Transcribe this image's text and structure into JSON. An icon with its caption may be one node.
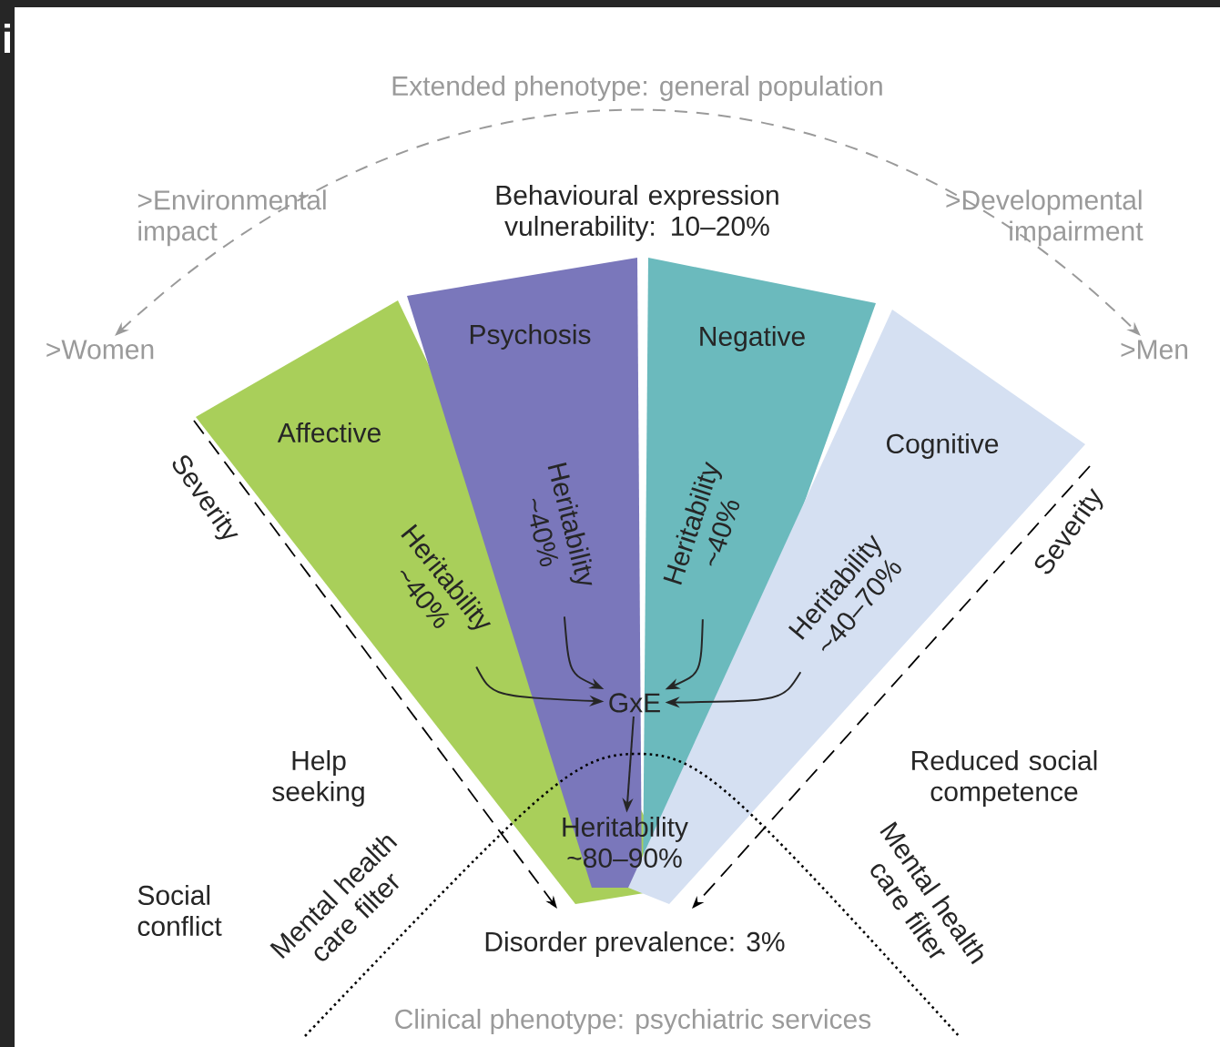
{
  "diagram": {
    "nodes": [
      {
        "text": [
          "Affective"
        ]
      },
      {
        "text": [
          "Psychosis"
        ]
      },
      {
        "text": [
          "Negative"
        ]
      },
      {
        "text": [
          "Cognitive"
        ]
      },
      {
        "text": [
          "Heritability ~40%"
        ],
        "in": 0
      },
      {
        "text": [
          "Heritability ~40%"
        ],
        "in": 1
      },
      {
        "text": [
          "Heritability ~40%"
        ],
        "in": 2
      },
      {
        "text": [
          "Heritability ~40–70%"
        ],
        "in": 3
      },
      {
        "text": [
          "GxE"
        ]
      },
      {
        "text": [
          "Heritability ~80–90%"
        ]
      },
      {
        "text": [
          ">Women"
        ]
      },
      {
        "text": [
          ">Men"
        ]
      }
    ],
    "edges": [
      {
        "from": 10,
        "to": 11,
        "arrow": "both",
        "style": "dashed",
        "color": "#9a9a9a"
      },
      {
        "from": 4,
        "to": 8,
        "arrow": "to"
      },
      {
        "from": 5,
        "to": 8,
        "arrow": "to"
      },
      {
        "from": 6,
        "to": 8,
        "arrow": "to"
      },
      {
        "from": 7,
        "to": 8,
        "arrow": "to"
      },
      {
        "from": 8,
        "to": 9,
        "arrow": "to"
      }
    ],
    "labels": [
      "i",
      "Extended phenotype: general population",
      ">Environmental impact",
      "Behavioural expression vulnerability: 10–20%",
      ">Developmental impairment",
      "Severity",
      "Severity",
      "Help seeking",
      "Reduced social competence",
      "Social conflict",
      "Mental health care filter",
      "Mental health care filter",
      "Disorder prevalence: 3%",
      "Clinical phenotype: psychiatric services"
    ]
  }
}
